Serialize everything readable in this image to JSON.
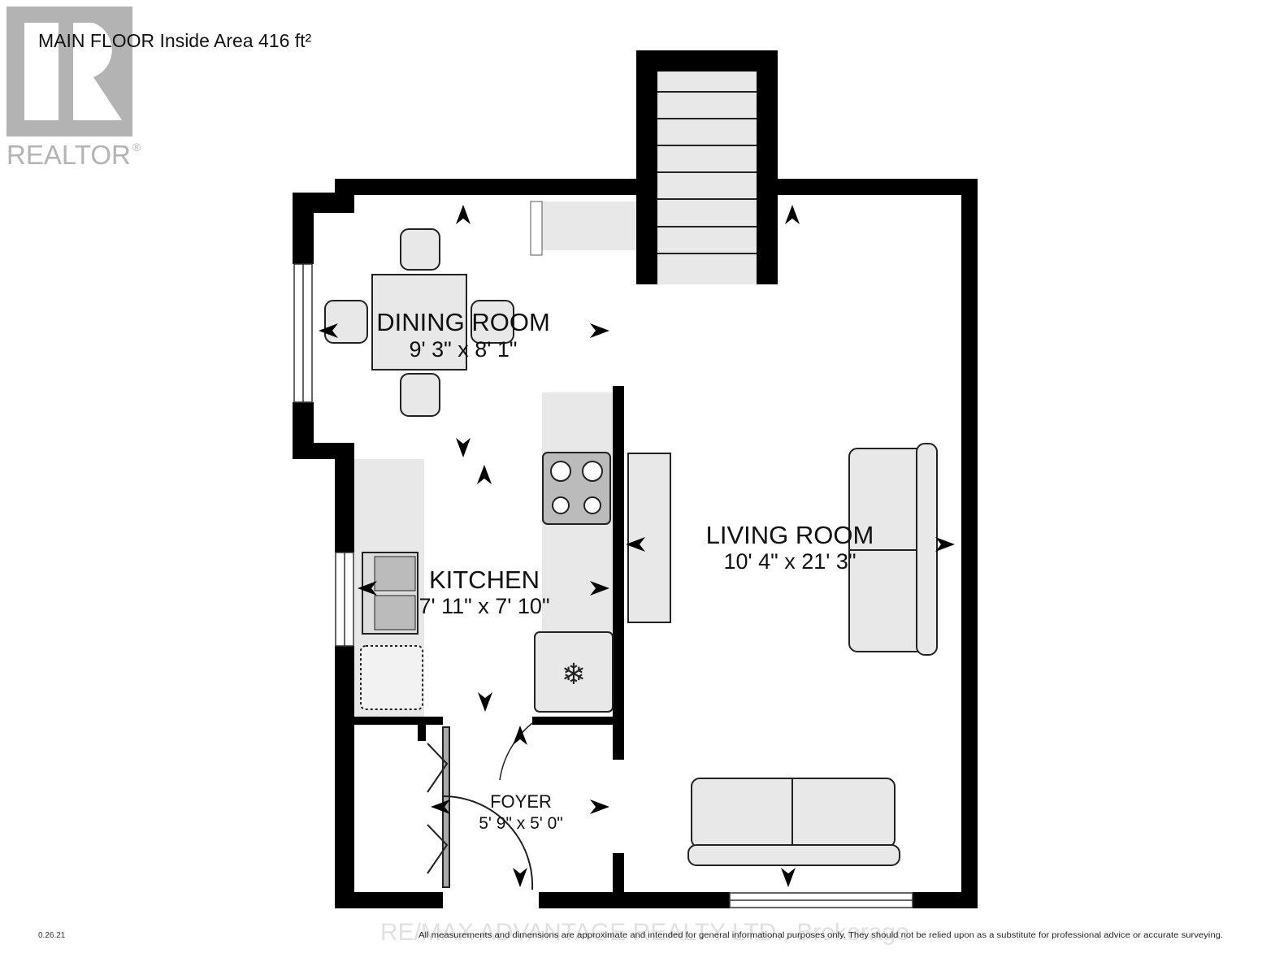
{
  "header": {
    "title": "MAIN FLOOR Inside Area 416 ft²"
  },
  "logo": {
    "text": "REALTOR®",
    "color": "#b3b3b3"
  },
  "rooms": [
    {
      "name": "DINING ROOM",
      "dimensions": "9' 3\" x 8' 1\""
    },
    {
      "name": "KITCHEN",
      "dimensions": "7' 11\" x 7' 10\""
    },
    {
      "name": "LIVING ROOM",
      "dimensions": "10' 4\" x 21' 3\""
    },
    {
      "name": "FOYER",
      "dimensions": "5' 9\" x 5' 0\""
    }
  ],
  "footer": {
    "version": "0.26.21",
    "watermark": "RE/MAX ADVANTAGE REALTY LTD., Brokerage",
    "disclaimer": "All measurements and dimensions are approximate and intended for general informational purposes only. They should not be relied upon as a substitute for professional advice or accurate surveying."
  },
  "colors": {
    "wall": "#000000",
    "fixture": "#e8e8e8"
  }
}
